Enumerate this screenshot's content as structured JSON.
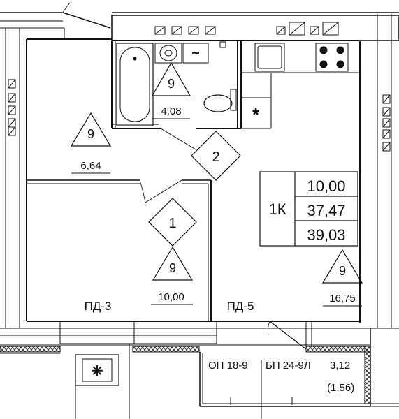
{
  "apartment": {
    "type_label": "1К",
    "living_area": "10,00",
    "total_area_no_balcony": "37,47",
    "total_area": "39,03"
  },
  "rooms": [
    {
      "id": "room-1",
      "number": "1",
      "height_mark": "9",
      "area": "10,00"
    },
    {
      "id": "room-2",
      "number": "2"
    },
    {
      "id": "bathroom",
      "height_mark": "9",
      "area": "4,08"
    },
    {
      "id": "hallway",
      "height_mark": "9",
      "area": "6,64"
    },
    {
      "id": "kitchen",
      "height_mark": "9",
      "area": "16,75"
    }
  ],
  "window_labels": {
    "left": "ПД-3",
    "right": "ПД-5"
  },
  "balcony": {
    "support_label": "ОП 18-9",
    "slab_label": "БП 24-9Л",
    "area": "3,12",
    "reduced_area": "(1,56)"
  },
  "fixtures": {
    "vent_symbol": "*",
    "ac_symbol": "✳",
    "sink_wave": "~"
  }
}
